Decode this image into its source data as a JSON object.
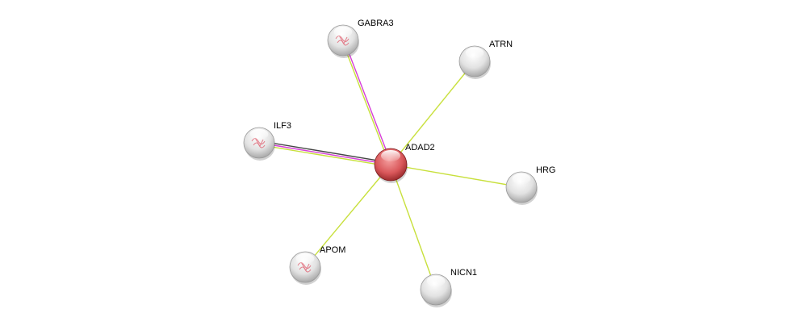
{
  "network": {
    "center": "ADAD2",
    "nodes": [
      {
        "id": "ADAD2",
        "label": "ADAD2",
        "query": true,
        "structure": false
      },
      {
        "id": "GABRA3",
        "label": "GABRA3",
        "query": false,
        "structure": true
      },
      {
        "id": "ATRN",
        "label": "ATRN",
        "query": false,
        "structure": false
      },
      {
        "id": "ILF3",
        "label": "ILF3",
        "query": false,
        "structure": true
      },
      {
        "id": "HRG",
        "label": "HRG",
        "query": false,
        "structure": false
      },
      {
        "id": "APOM",
        "label": "APOM",
        "query": false,
        "structure": true
      },
      {
        "id": "NICN1",
        "label": "NICN1",
        "query": false,
        "structure": false
      }
    ],
    "edges": [
      {
        "from": "ADAD2",
        "to": "GABRA3",
        "colors": [
          "#c8e03c",
          "#d63fd8"
        ]
      },
      {
        "from": "ADAD2",
        "to": "ATRN",
        "colors": [
          "#c8e03c"
        ]
      },
      {
        "from": "ADAD2",
        "to": "ILF3",
        "colors": [
          "#c8e03c",
          "#d63fd8",
          "#444444"
        ]
      },
      {
        "from": "ADAD2",
        "to": "HRG",
        "colors": [
          "#c8e03c"
        ]
      },
      {
        "from": "ADAD2",
        "to": "APOM",
        "colors": [
          "#c8e03c"
        ]
      },
      {
        "from": "ADAD2",
        "to": "NICN1",
        "colors": [
          "#c8e03c"
        ]
      }
    ],
    "colors": {
      "query_node": "#d9575a",
      "partner_node": "#e8e8e8"
    }
  }
}
